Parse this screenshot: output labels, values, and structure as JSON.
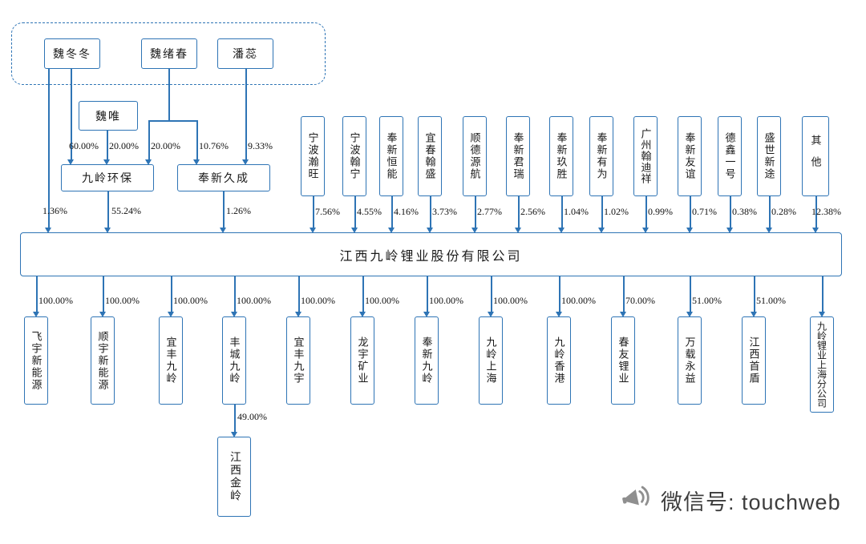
{
  "colors": {
    "line_blue": "#2e74b5",
    "box_border_blue": "#2e74b5",
    "text_dark": "#1a1a1a",
    "watermark_icon_gray": "#8f8f8f",
    "watermark_text_gray": "#3d3d3d"
  },
  "persons": {
    "wei_dongdong": "魏冬冬",
    "wei_xuchun": "魏绪春",
    "pan_rui": "潘蕊",
    "wei_wei": "魏唯"
  },
  "holdings": {
    "jiuling_huanbao": "九岭环保",
    "fengxin_jiucheng": "奉新久成"
  },
  "edges": {
    "wei_dongdong_to_company": "1.36%",
    "wei_dongdong_to_jiuling_huanbao": "60.00%",
    "wei_wei_to_jiuling_huanbao": "20.00%",
    "wei_xuchun_to_jiuling_huanbao": "20.00%",
    "wei_xuchun_to_fengxin_jiucheng": "10.76%",
    "pan_rui_to_fengxin_jiucheng": "9.33%",
    "jiuling_huanbao_to_company": "55.24%",
    "fengxin_jiucheng_to_company": "1.26%"
  },
  "company": "江西九岭锂业股份有限公司",
  "shareholders": [
    {
      "name": "宁波瀚旺",
      "percent": "7.56%"
    },
    {
      "name": "宁波翰宁",
      "percent": "4.55%"
    },
    {
      "name": "奉新恒能",
      "percent": "4.16%"
    },
    {
      "name": "宜春翰盛",
      "percent": "3.73%"
    },
    {
      "name": "顺德源航",
      "percent": "2.77%"
    },
    {
      "name": "奉新君瑞",
      "percent": "2.56%"
    },
    {
      "name": "奉新玖胜",
      "percent": "1.04%"
    },
    {
      "name": "奉新有为",
      "percent": "1.02%"
    },
    {
      "name": "广州翰迪祥",
      "percent": "0.99%"
    },
    {
      "name": "奉新友谊",
      "percent": "0.71%"
    },
    {
      "name": "德鑫一号",
      "percent": "0.38%"
    },
    {
      "name": "盛世新途",
      "percent": "0.28%"
    },
    {
      "name": "其他",
      "percent": "12.38%"
    }
  ],
  "subsidiaries": [
    {
      "name": "飞宇新能源",
      "percent": "100.00%"
    },
    {
      "name": "顺宇新能源",
      "percent": "100.00%"
    },
    {
      "name": "宜丰九岭",
      "percent": "100.00%"
    },
    {
      "name": "丰城九岭",
      "percent": "100.00%"
    },
    {
      "name": "宜丰九宇",
      "percent": "100.00%"
    },
    {
      "name": "龙宇矿业",
      "percent": "100.00%"
    },
    {
      "name": "奉新九岭",
      "percent": "100.00%"
    },
    {
      "name": "九岭上海",
      "percent": "100.00%"
    },
    {
      "name": "九岭香港",
      "percent": "100.00%"
    },
    {
      "name": "春友锂业",
      "percent": "70.00%"
    },
    {
      "name": "万载永益",
      "percent": "51.00%"
    },
    {
      "name": "江西首盾",
      "percent": "51.00%"
    },
    {
      "name": "九岭锂业上海分公司",
      "percent": ""
    }
  ],
  "grandchild": {
    "parent": "丰城九岭",
    "name": "江西金岭",
    "percent": "49.00%"
  },
  "watermark": "微信号: touchweb"
}
